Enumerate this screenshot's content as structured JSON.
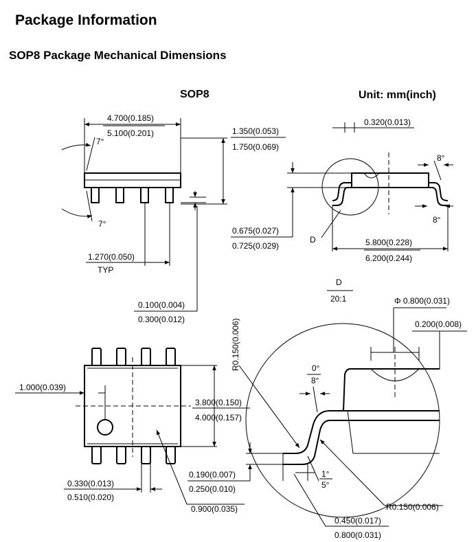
{
  "page": {
    "title": "Package Information",
    "subtitle": "SOP8 Package Mechanical Dimensions"
  },
  "drawing": {
    "package_name": "SOP8",
    "unit": "Unit: mm(inch)",
    "dims": {
      "body_len_min": "4.700(0.185)",
      "body_len_max": "5.100(0.201)",
      "height_min": "1.350(0.053)",
      "height_max": "1.750(0.069)",
      "lead_w_pitch": "0.320(0.013)",
      "standoff_min": "0.675(0.027)",
      "standoff_max": "0.725(0.029)",
      "span_min": "5.800(0.228)",
      "span_max": "6.200(0.244)",
      "pitch": "1.270(0.050)",
      "pitch_note": "TYP",
      "clear_min": "0.100(0.004)",
      "clear_max": "0.300(0.012)",
      "pin1_offset": "1.000(0.039)",
      "width_min": "3.800(0.150)",
      "width_max": "4.000(0.157)",
      "lead_w_min": "0.330(0.013)",
      "lead_w_max": "0.510(0.020)",
      "lead_pos": "0.900(0.035)",
      "lead_t_min": "0.190(0.007)",
      "lead_t_max": "0.250(0.010)",
      "foot_min": "0.450(0.017)",
      "foot_max": "0.800(0.031)",
      "phi": "Φ 0.800(0.031)",
      "depth": "0.200(0.008)",
      "radius_top": "R0.150(0.006)",
      "radius_bot": "R0.150(0.006)"
    },
    "angles": {
      "a7_top": "7°",
      "a7_bot": "7°",
      "a8_top": "8°",
      "a8_bot": "8°",
      "a0": "0°",
      "a8_detail": "8°",
      "a1": "1°",
      "a5": "5°"
    },
    "detail": {
      "label": "D",
      "title": "D",
      "scale": "20:1"
    }
  }
}
